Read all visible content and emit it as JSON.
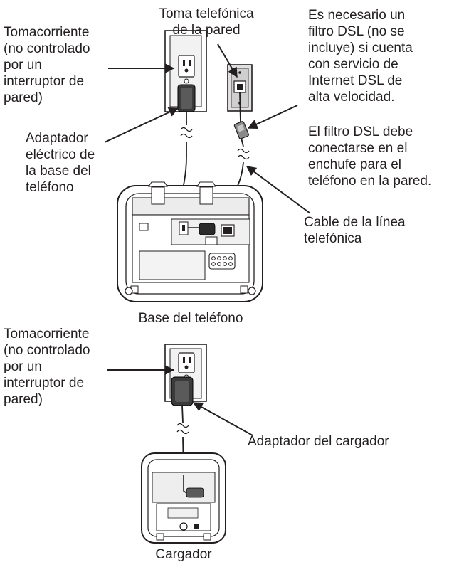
{
  "labels": {
    "outlet_top": [
      "Tomacorriente",
      "(no controlado",
      "por un",
      "interruptor de",
      "pared)"
    ],
    "wall_jack": [
      "Toma telefónica",
      "de la pared"
    ],
    "dsl_required": [
      "Es necesario un",
      "filtro DSL (no se",
      "incluye) si cuenta",
      "con servicio de",
      "Internet DSL de",
      "alta velocidad."
    ],
    "dsl_connect": [
      "El filtro DSL debe",
      "conectarse en el",
      "enchufe para el",
      "teléfono en la pared."
    ],
    "base_adapter": [
      "Adaptador",
      "eléctrico de",
      "la base del",
      "teléfono"
    ],
    "phone_line_cord": [
      "Cable de la línea",
      "telefónica"
    ],
    "base_caption": "Base del teléfono",
    "outlet_bottom": [
      "Tomacorriente",
      "(no controlado",
      "por un",
      "interruptor de",
      "pared)"
    ],
    "charger_adapter": "Adaptador del cargador",
    "charger_caption": "Cargador"
  }
}
